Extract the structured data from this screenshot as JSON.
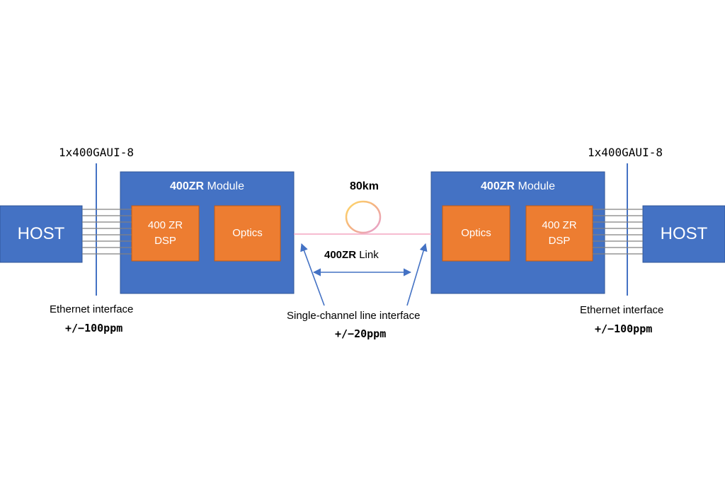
{
  "colors": {
    "blue_box": "#4472C4",
    "blue_border": "#2F5597",
    "orange_box": "#ED7D31",
    "orange_border": "#C55A11",
    "lane_lines": "#808080",
    "fiber": "#F4A6C0",
    "arrows": "#4472C4",
    "coil_gradient": [
      "#FFD966",
      "#F4B183",
      "#E6A0D8"
    ]
  },
  "left": {
    "gaui_label": "1x400GAUI-8",
    "host_label": "HOST",
    "module_title_bold": "400ZR",
    "module_title_rest": " Module",
    "dsp_line1": "400 ZR",
    "dsp_line2": "DSP",
    "optics_label": "Optics",
    "ethernet_label": "Ethernet interface",
    "ppm_label": "+/−100ppm"
  },
  "right": {
    "gaui_label": "1x400GAUI-8",
    "host_label": "HOST",
    "module_title_bold": "400ZR",
    "module_title_rest": " Module",
    "dsp_line1": "400 ZR",
    "dsp_line2": "DSP",
    "optics_label": "Optics",
    "ethernet_label": "Ethernet interface",
    "ppm_label": "+/−100ppm"
  },
  "link": {
    "distance_label": "80km",
    "link_title_bold": "400ZR",
    "link_title_rest": " Link",
    "line_interface_label": "Single-channel line interface",
    "ppm_label": "+/−20ppm"
  }
}
